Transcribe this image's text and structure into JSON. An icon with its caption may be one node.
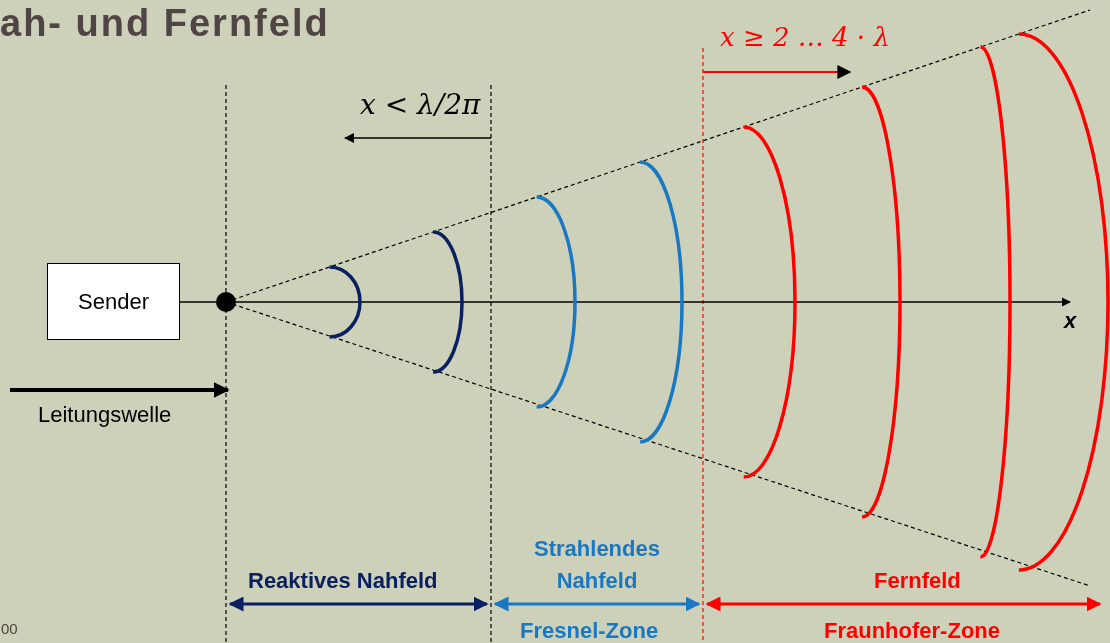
{
  "diagram": {
    "title": "ah- und Fernfeld",
    "nodes": [
      {
        "text": [
          "Sender"
        ]
      },
      {
        "text": [],
        "shape": "circle"
      }
    ],
    "edges": [
      {
        "from": 0,
        "to": 1,
        "arrow": "none"
      }
    ],
    "labels": [
      "x < λ/2π",
      "x ≥ 2 … 4 · λ",
      "x",
      "Leitungswelle",
      "Reaktives Nahfeld",
      "Strahlendes Nahfeld",
      "Fernfeld",
      "Fresnel-Zone",
      "Fraunhofer-Zone",
      "00"
    ]
  }
}
